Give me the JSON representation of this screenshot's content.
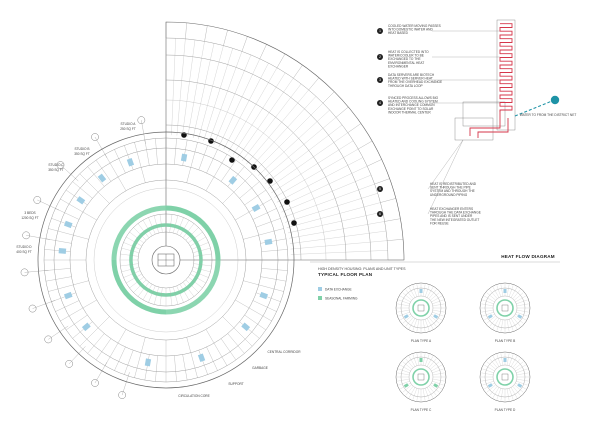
{
  "unit_labels": [
    {
      "type": "STUDIO A",
      "area": "250 SQ FT"
    },
    {
      "type": "STUDIO B",
      "area": "350 SQ FT"
    },
    {
      "type": "STUDIO C",
      "area": "350 SQ FT"
    },
    {
      "type": "3 BEDS",
      "area": "1200 SQ FT"
    },
    {
      "type": "STUDIO D",
      "area": "400 SQ FT"
    }
  ],
  "bottom_labels": {
    "circulation_core": "CIRCULATION CORE",
    "support": "SUPPORT",
    "garbage": "GARBAGE",
    "central_corridor": "CENTRAL CORRIDOR"
  },
  "floor_plan": {
    "intro": "HIGH DENSITY HOUSING: PLANS AND UNIT TYPES",
    "title": "TYPICAL FLOOR PLAN"
  },
  "legend": [
    {
      "label": "DATA EXCHANGE",
      "color": "#9fcde4"
    },
    {
      "label": "SEASONAL FARMING",
      "color": "#7fd1a8"
    }
  ],
  "heat_flow": {
    "title": "HEAT FLOW DIAGRAM",
    "steps": [
      {
        "num": "1",
        "text": "COOLED WATER MOVING PASSES INTO DOMESTIC WATER AND HEAT BASED"
      },
      {
        "num": "2",
        "text": "HEAT IS COLLECTED INTO WATER/COOLER TO BE EXCHANGED TO THE ENVIRONMENTAL HEAT EXCHANGER"
      },
      {
        "num": "3",
        "text": "DATA SERVERS ARE BIOTECH HEATED WITH SERVER HEAT FROM THE OVERHEAD EXCHANGE THROUGH DATA LOOP"
      },
      {
        "num": "4",
        "text": "SYNCED PROCESS ALLOWS BIO HEATED AND COOLING SYSTEM AND INTERCHANGE COMMON EXCHANGE POINT TO SOLAR INDOOR THERMAL CENTER"
      },
      {
        "num": "5",
        "text": "HEAT IS REDISTRIBUTED AND SENT THROUGH THE PIPE SYSTEM AND THROUGH THE UNDERGROUND PIPING"
      },
      {
        "num": "6",
        "text": "HEAT EXCHANGER ENTERS THROUGH THE DATA EXCHANGE PIPES AND IS SENT UNDER THE NEW INTEGRATED OUTLET FOR REUSE"
      }
    ],
    "outflow_label": "WATER TO FROM THE DISTRICT NET"
  },
  "plan_types": [
    {
      "label": "PLAN TYPE A"
    },
    {
      "label": "PLAN TYPE B"
    },
    {
      "label": "PLAN TYPE C"
    },
    {
      "label": "PLAN TYPE D"
    }
  ],
  "colors": {
    "accent_green": "#7fd1a8",
    "accent_blue": "#9fcde4",
    "pipe_red": "#d5364a",
    "outflow_teal": "#1e93a6",
    "line": "#777777"
  }
}
